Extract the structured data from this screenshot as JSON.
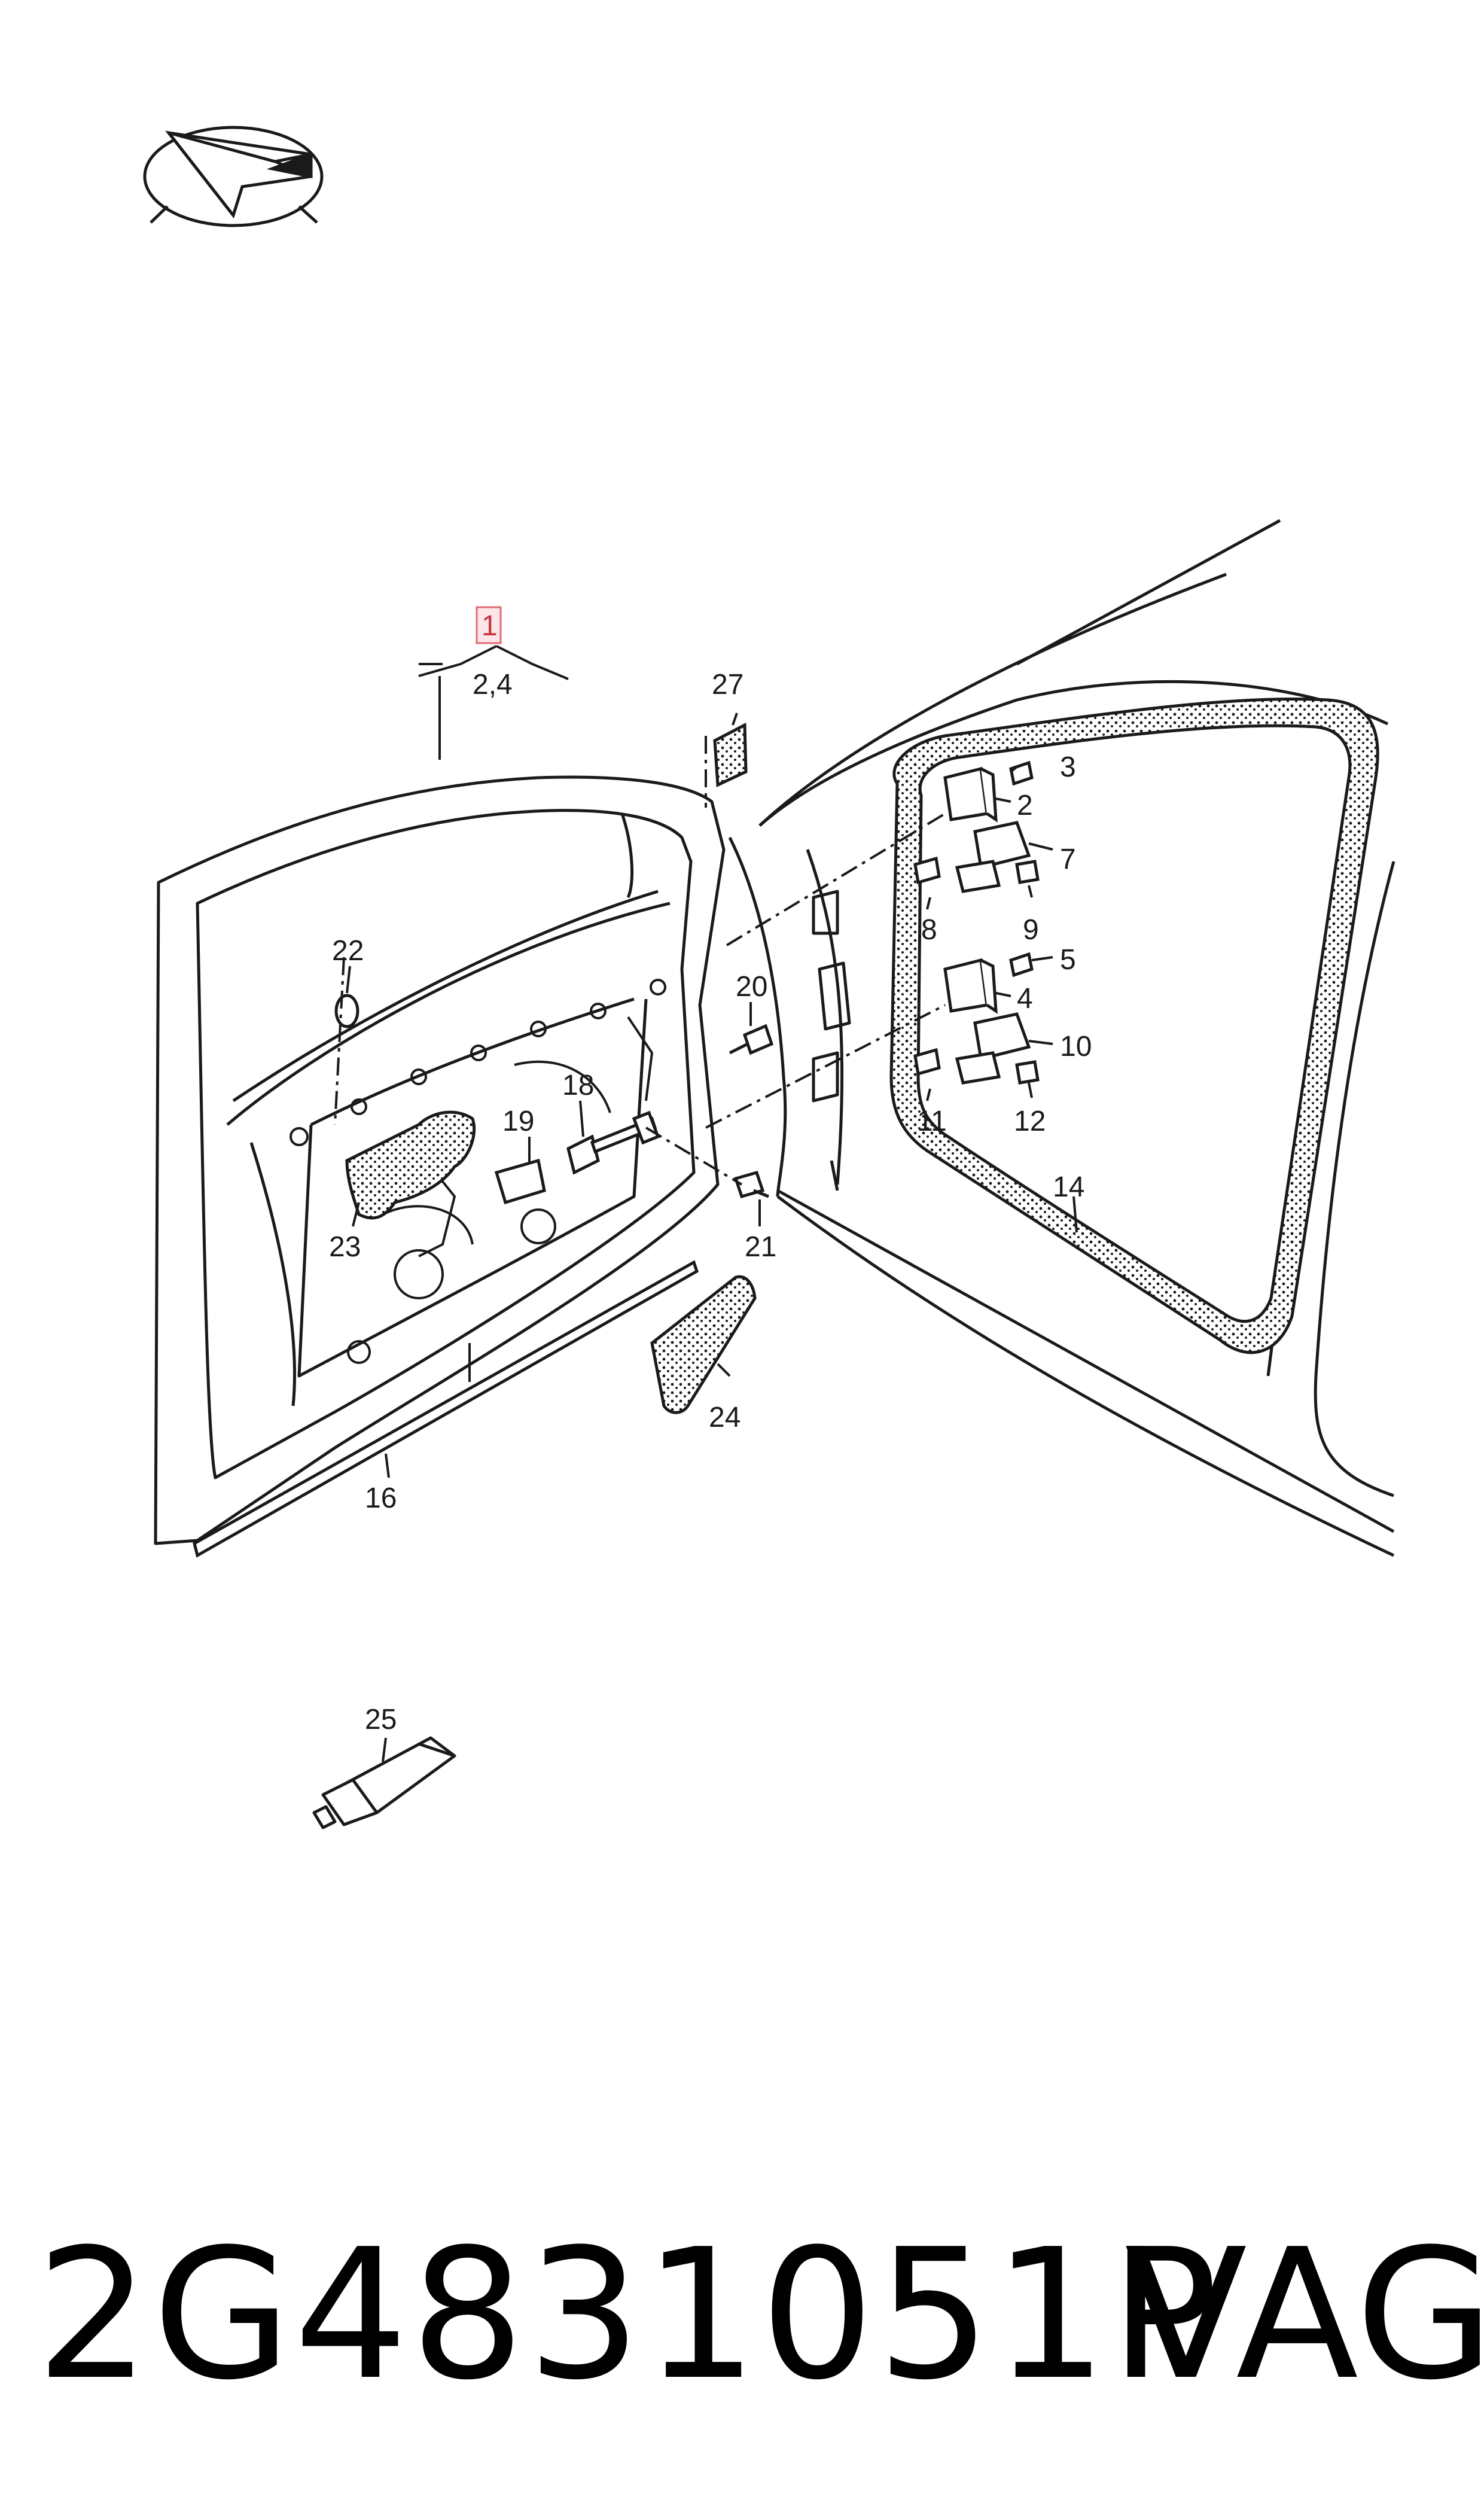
{
  "callouts": {
    "c1": "1",
    "c2_4": "2,4",
    "c2": "2",
    "c3": "3",
    "c4": "4",
    "c5": "5",
    "c7": "7",
    "c8": "8",
    "c9": "9",
    "c10": "10",
    "c11": "11",
    "c12": "12",
    "c14": "14",
    "c16": "16",
    "c18": "18",
    "c19": "19",
    "c20": "20",
    "c21": "21",
    "c22": "22",
    "c23": "23",
    "c24": "24",
    "c25": "25",
    "c27": "27"
  },
  "footer": {
    "part_number": "2G4831051P",
    "brand": "VAG"
  },
  "colors": {
    "line": "#1a1a1a",
    "callout_box": "#e06a74",
    "callout_box_fill": "#fde6e8",
    "background": "#ffffff"
  }
}
